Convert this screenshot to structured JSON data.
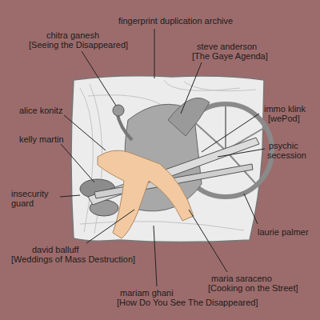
{
  "diagram": {
    "labels": [
      "fingerprint duplication archive",
      "chitra ganesh",
      "[Seeing the Disappeared]",
      "steve anderson",
      "[The Gaye Agenda]",
      "alice konitz",
      "immo klink",
      "[wePod]",
      "kelly martin",
      "psychic",
      "secession",
      "insecurity",
      "guard",
      "laurie palmer",
      "david balluff",
      "[Weddings of Mass Destruction]",
      "maria saraceno",
      "[Cooking on the Street]",
      "mariam ghani",
      "[How Do You See The Disappeared]"
    ]
  }
}
